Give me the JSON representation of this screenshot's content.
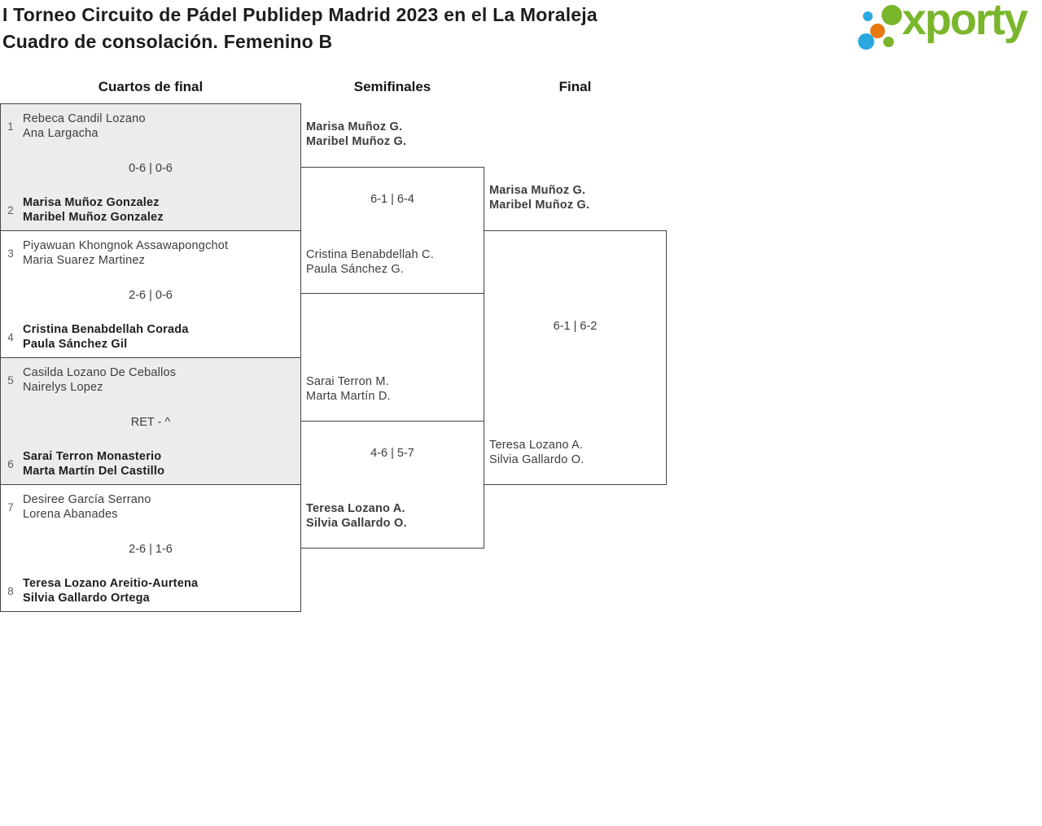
{
  "header": {
    "title_line1": "I Torneo Circuito de Pádel Publidep Madrid 2023 en el La Moraleja",
    "title_line2": "Cuadro de consolación. Femenino B"
  },
  "logo": {
    "text": "xporty",
    "colors": {
      "green": "#7ab62c",
      "blue": "#29a9e0",
      "orange": "#e8780f"
    }
  },
  "columns": [
    "Cuartos de final",
    "Semifinales",
    "Final"
  ],
  "bracket": {
    "quarterfinals": [
      {
        "seed_top": "1",
        "top": [
          "Rebeca Candil Lozano",
          "Ana Largacha"
        ],
        "top_winner": false,
        "score": "0-6 | 0-6",
        "seed_bottom": "2",
        "bottom": [
          "Marisa Muñoz Gonzalez",
          "Maribel Muñoz Gonzalez"
        ],
        "bottom_winner": true
      },
      {
        "seed_top": "3",
        "top": [
          "Piyawuan Khongnok Assawapongchot",
          "Maria Suarez Martinez"
        ],
        "top_winner": false,
        "score": "2-6 | 0-6",
        "seed_bottom": "4",
        "bottom": [
          "Cristina Benabdellah Corada",
          "Paula Sánchez Gil"
        ],
        "bottom_winner": true
      },
      {
        "seed_top": "5",
        "top": [
          "Casilda Lozano De Ceballos",
          "Nairelys Lopez"
        ],
        "top_winner": false,
        "score": "RET - ^",
        "seed_bottom": "6",
        "bottom": [
          "Sarai Terron Monasterio",
          "Marta Martín Del Castillo"
        ],
        "bottom_winner": true
      },
      {
        "seed_top": "7",
        "top": [
          "Desiree García Serrano",
          "Lorena Abanades"
        ],
        "top_winner": false,
        "score": "2-6 | 1-6",
        "seed_bottom": "8",
        "bottom": [
          "Teresa Lozano Areitio-Aurtena",
          "Silvia Gallardo Ortega"
        ],
        "bottom_winner": true
      }
    ],
    "semifinals": [
      {
        "top": [
          "Marisa Muñoz G.",
          "Maribel Muñoz G."
        ],
        "top_winner": true,
        "score": "6-1 | 6-4",
        "bottom": [
          "Cristina Benabdellah C.",
          "Paula Sánchez G."
        ],
        "bottom_winner": false
      },
      {
        "top": [
          "Sarai Terron M.",
          "Marta Martín D."
        ],
        "top_winner": false,
        "score": "4-6 | 5-7",
        "bottom": [
          "Teresa Lozano A.",
          "Silvia Gallardo O."
        ],
        "bottom_winner": true
      }
    ],
    "final": {
      "top": [
        "Marisa Muñoz G.",
        "Maribel Muñoz G."
      ],
      "top_winner": true,
      "score": "6-1 | 6-2",
      "bottom": [
        "Teresa Lozano A.",
        "Silvia Gallardo O."
      ],
      "bottom_winner": false
    }
  }
}
